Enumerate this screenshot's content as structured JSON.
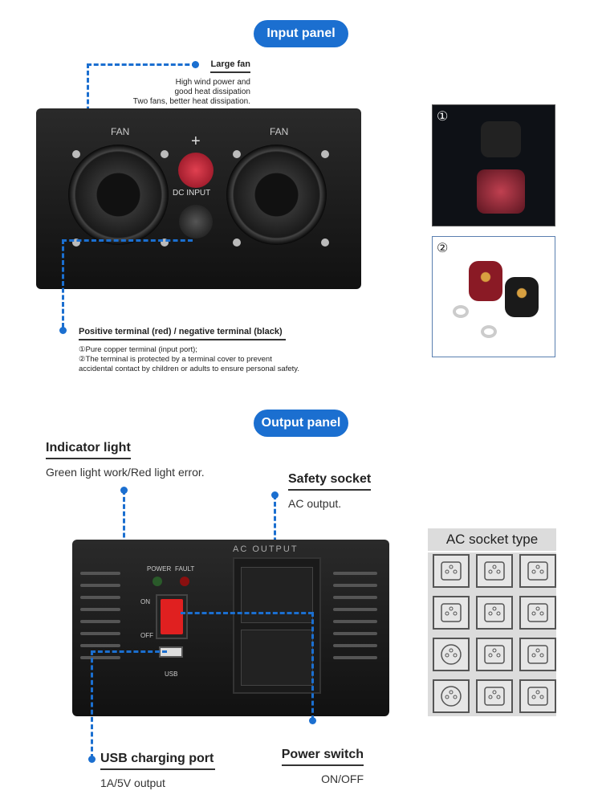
{
  "input_panel": {
    "title": "Input panel",
    "large_fan": {
      "heading": "Large fan",
      "lines": [
        "High wind power and",
        "good heat dissipation",
        "Two fans, better heat dissipation."
      ]
    },
    "device": {
      "fan_left": "FAN",
      "fan_right": "FAN",
      "plus": "+",
      "dc_input": "DC INPUT"
    },
    "terminal": {
      "heading": "Positive terminal (red) / negative terminal (black)",
      "lines": [
        "①Pure copper terminal (input port);",
        "②The terminal is protected by a terminal cover to prevent",
        "accidental contact by children or adults to ensure personal safety."
      ]
    },
    "photos": [
      {
        "badge": "①"
      },
      {
        "badge": "②"
      }
    ]
  },
  "output_panel": {
    "title": "Output panel",
    "indicator": {
      "heading": "Indicator light",
      "text": "Green light work/Red light error."
    },
    "safety": {
      "heading": "Safety socket",
      "text": "AC output."
    },
    "usb": {
      "heading": "USB charging port",
      "text": "1A/5V output"
    },
    "switch": {
      "heading": "Power switch",
      "text": "ON/OFF"
    },
    "device": {
      "ac_output": "AC OUTPUT",
      "power": "POWER",
      "fault": "FAULT",
      "on": "ON",
      "off": "OFF",
      "usb": "USB"
    }
  },
  "socket_types": {
    "title": "AC socket type",
    "icons": [
      "us-socket-icon",
      "au-socket-icon",
      "universal-socket-icon",
      "uk-socket-icon",
      "schuko-socket-icon",
      "brazil-socket-icon",
      "sa-socket-icon",
      "cn-socket-icon",
      "swiss-socket-icon",
      "italy-socket-icon",
      "eu-socket-icon",
      "multi-round-socket-icon"
    ]
  },
  "colors": {
    "accent": "#1b6fd0"
  }
}
